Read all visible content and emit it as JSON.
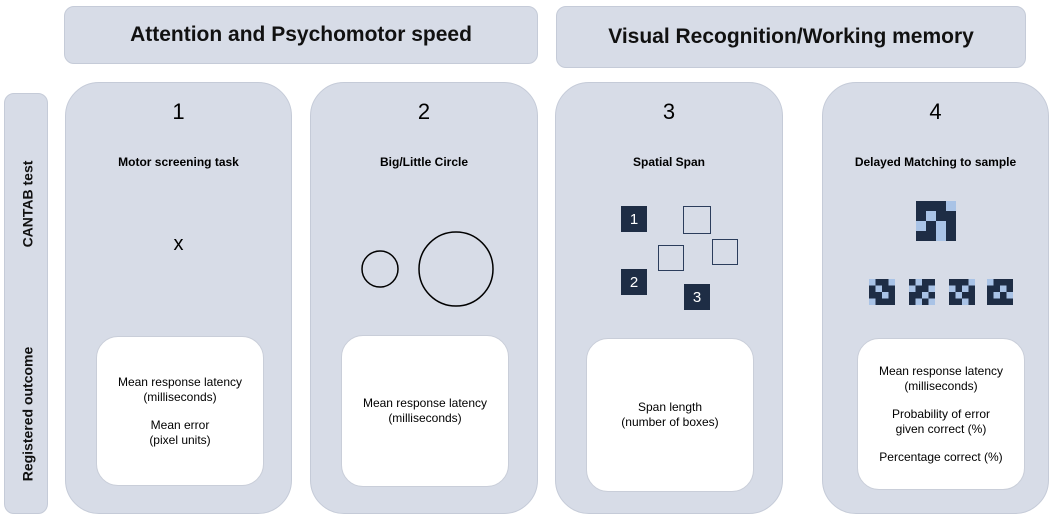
{
  "headers": {
    "attention": "Attention and Psychomotor speed",
    "visual": "Visual Recognition/Working memory"
  },
  "side_labels": {
    "cantab": "CANTAB test",
    "registered": "Registered outcome"
  },
  "cards": [
    {
      "number": "1",
      "title": "Motor screening task",
      "stimulus": "x",
      "outcomes": [
        [
          "Mean response latency",
          "(milliseconds)"
        ],
        [
          "Mean error",
          "(pixel units)"
        ]
      ]
    },
    {
      "number": "2",
      "title": "Big/Little Circle",
      "outcomes": [
        [
          "Mean response latency",
          "(milliseconds)"
        ]
      ]
    },
    {
      "number": "3",
      "title": "Spatial Span",
      "boxes": [
        "1",
        "2",
        "3"
      ],
      "outcomes": [
        [
          "Span length",
          "(number of boxes)"
        ]
      ]
    },
    {
      "number": "4",
      "title": "Delayed Matching to sample",
      "outcomes": [
        [
          "Mean response latency",
          "(milliseconds)"
        ],
        [
          "Probability of error",
          "given correct (%)"
        ],
        [
          "Percentage correct (%)"
        ]
      ]
    }
  ],
  "colors": {
    "panel": "#d7dce7",
    "dark_box": "#1e2d45",
    "pattern_light": "#a9c3e6"
  }
}
